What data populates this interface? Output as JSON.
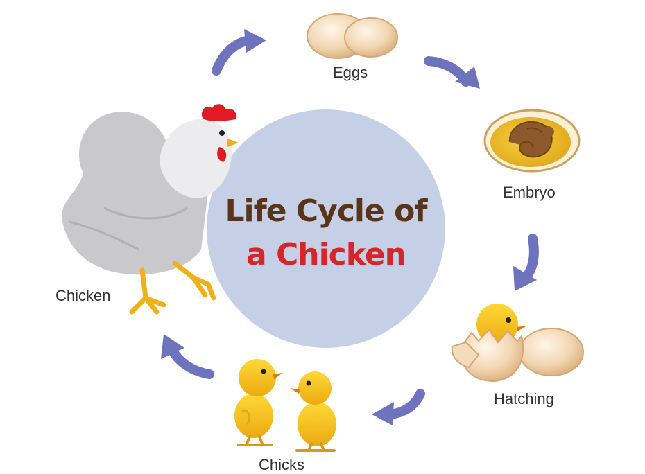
{
  "title": {
    "line1": "Life Cycle of",
    "line2": "a Chicken"
  },
  "stages": {
    "eggs": "Eggs",
    "embryo": "Embryo",
    "hatching": "Hatching",
    "chicks": "Chicks",
    "chicken": "Chicken"
  },
  "colors": {
    "center_circle": "#c5cfe6",
    "arrow": "#6e73bd",
    "title_line1": "#5a3418",
    "title_line2": "#d5262a",
    "chick_yellow": "#f4c21a",
    "hen_gray": "#c9c9cc",
    "comb_red": "#e01b24",
    "egg_tan": "#f2d9b6"
  }
}
